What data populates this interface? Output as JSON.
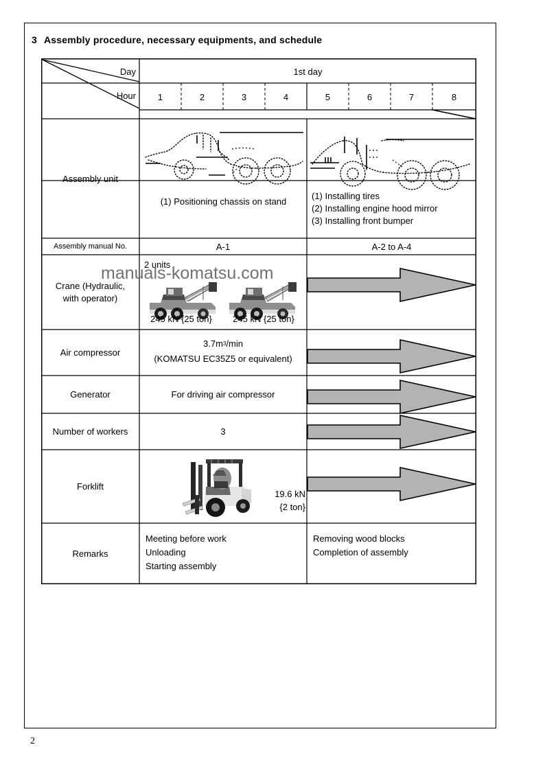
{
  "page": {
    "section_number": "3",
    "title": "Assembly procedure, necessary equipments, and schedule",
    "page_number": "2",
    "watermark": "manuals-komatsu.com"
  },
  "table": {
    "corner": {
      "day_label": "Day",
      "hour_label": "Hour"
    },
    "day_header": "1st day",
    "hours": [
      "1",
      "2",
      "3",
      "4",
      "5",
      "6",
      "7",
      "8"
    ],
    "rows": [
      {
        "label": "Assembly unit",
        "left": {
          "image": "articulated-dump-truck-outline",
          "text": "(1) Positioning chassis on stand"
        },
        "right": {
          "image": "articulated-dump-truck-outline",
          "lines": [
            "(1) Installing tires",
            "(2) Installing engine hood mirror",
            "(3) Installing front bumper"
          ]
        }
      },
      {
        "label": "Assembly manual No.",
        "left": {
          "text": "A-1"
        },
        "right": {
          "text": "A-2 to A-4"
        }
      },
      {
        "label_lines": [
          "Crane (Hydraulic,",
          "with operator)"
        ],
        "left": {
          "units": "2 units",
          "items": [
            {
              "image": "mobile-crane",
              "caption": "245 kN {25 ton}"
            },
            {
              "image": "mobile-crane",
              "caption": "245 kN {25 ton}"
            }
          ]
        },
        "right": {
          "arrow": true
        }
      },
      {
        "label": "Air compressor",
        "left": {
          "line1_a": "3.7m",
          "line1_sup": "3",
          "line1_b": "/min",
          "line2": "(KOMATSU EC35Z5 or equivalent)"
        },
        "right": {
          "arrow": true
        }
      },
      {
        "label": "Generator",
        "left": {
          "text": "For driving air compressor"
        },
        "right": {
          "arrow": true
        }
      },
      {
        "label": "Number of workers",
        "left": {
          "text": "3"
        },
        "right": {
          "arrow": true
        }
      },
      {
        "label": "Forklift",
        "left": {
          "image": "forklift",
          "caption_lines": [
            "19.6 kN",
            "{2 ton}"
          ]
        },
        "right": {
          "arrow": true
        }
      },
      {
        "label": "Remarks",
        "left": {
          "lines": [
            "Meeting before work",
            "Unloading",
            "Starting assembly"
          ]
        },
        "right": {
          "lines": [
            "Removing wood blocks",
            "Completion of assembly"
          ]
        }
      }
    ]
  },
  "colors": {
    "arrow_fill": "#b3b3b3",
    "arrow_stroke": "#000000",
    "border": "#000000",
    "watermark": "#6a6a6a"
  }
}
